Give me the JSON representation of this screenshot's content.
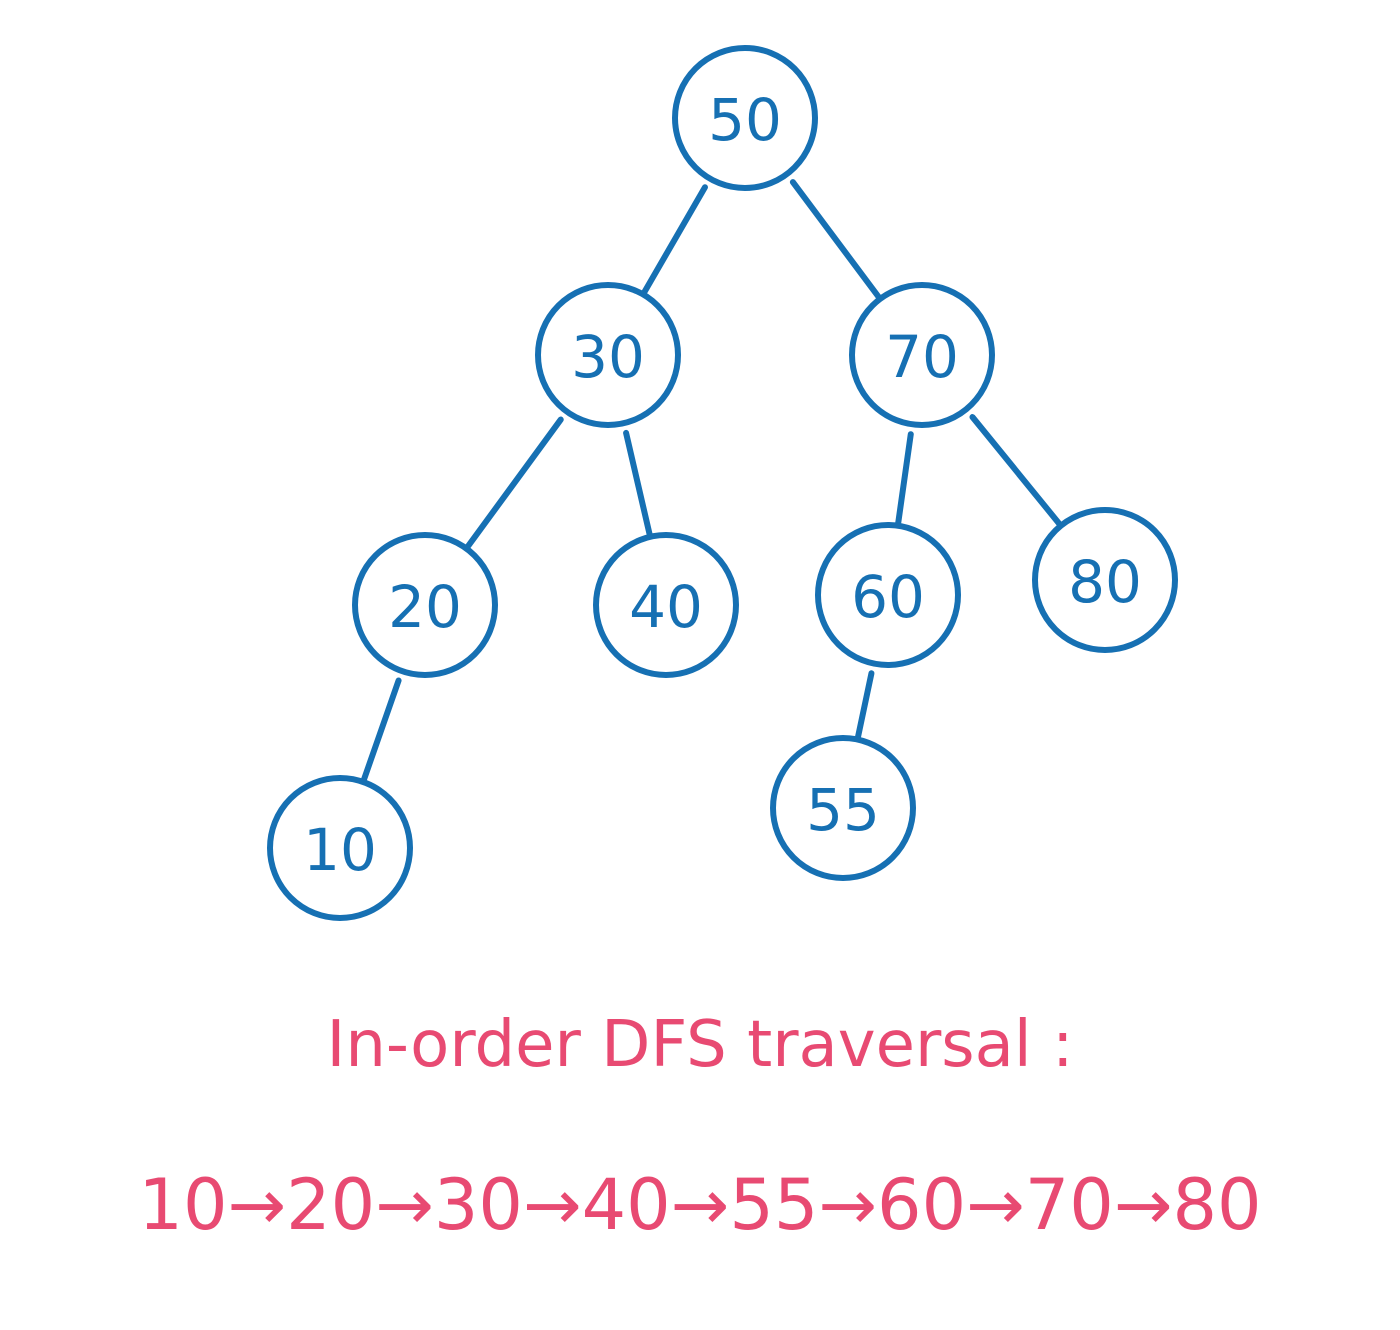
{
  "tree": {
    "root": {
      "value": "50",
      "left": {
        "value": "30",
        "left": {
          "value": "20",
          "left": {
            "value": "10"
          }
        },
        "right": {
          "value": "40"
        }
      },
      "right": {
        "value": "70",
        "left": {
          "value": "60",
          "left": {
            "value": "55"
          }
        },
        "right": {
          "value": "80"
        }
      }
    }
  },
  "caption": "In-order DFS traversal :",
  "traversal": "10→20→30→40→55→60→70→80",
  "colors": {
    "tree": "#1670b3",
    "text": "#e84a72",
    "background": "#ffffff"
  }
}
